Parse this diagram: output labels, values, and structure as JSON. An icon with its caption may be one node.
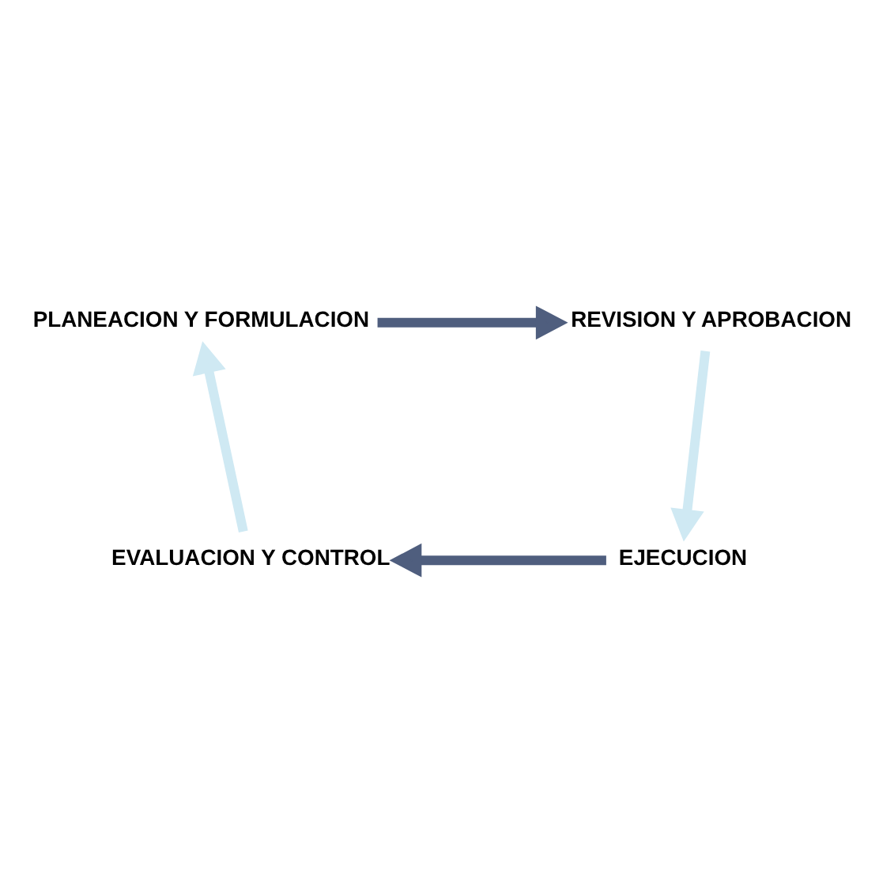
{
  "diagram": {
    "nodes": [
      {
        "text": [
          "PLANEACION Y FORMULACION"
        ]
      },
      {
        "text": [
          "REVISION Y APROBACION"
        ]
      },
      {
        "text": [
          "EVALUACION Y CONTROL"
        ]
      },
      {
        "text": [
          "EJECUCION"
        ]
      }
    ],
    "edges": [
      {
        "from": 0,
        "to": 1,
        "arrow": "to",
        "color": "#4f5e7e"
      },
      {
        "from": 1,
        "to": 3,
        "arrow": "to",
        "color": "#cfe9f3"
      },
      {
        "from": 3,
        "to": 2,
        "arrow": "to",
        "color": "#4f5e7e"
      },
      {
        "from": 2,
        "to": 0,
        "arrow": "to",
        "color": "#cfe9f3"
      }
    ]
  }
}
